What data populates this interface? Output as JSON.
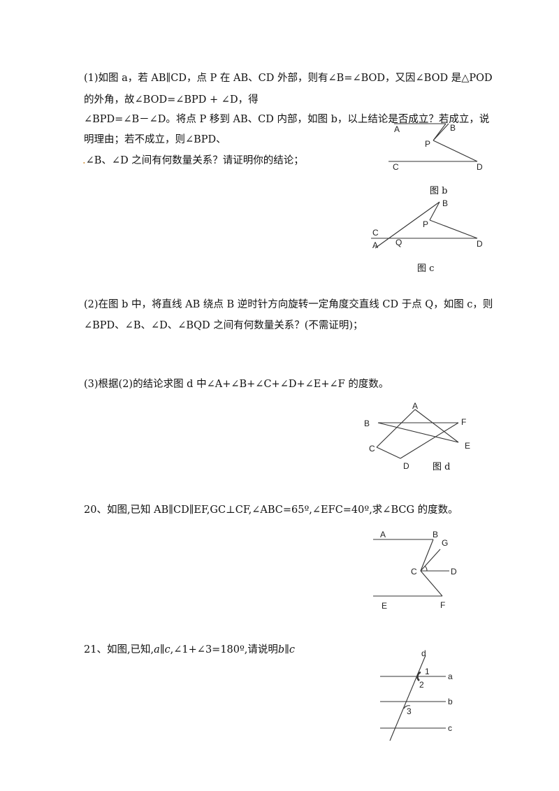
{
  "q19": {
    "part1": {
      "line1": "(1)如图 a，若 AB∥CD，点 P 在 AB、CD 外部，则有∠B=∠BOD，又因∠BOD 是△POD",
      "line2": "的外角，故∠BOD=∠BPD + ∠D，得",
      "line3": "∠BPD=∠B－∠D。将点 P 移到 AB、CD 内部，如图 b，以上结论是否成立？若成立，说",
      "line4": "明理由；若不成立，则∠BPD、",
      "line5": "∠B、∠D 之间有何数量关系？请证明你的结论；"
    },
    "fig_b": {
      "caption": "图 b",
      "labels": [
        "A",
        "B",
        "P",
        "C",
        "D"
      ]
    },
    "fig_c": {
      "caption": "图 c",
      "labels": [
        "B",
        "P",
        "C",
        "Q",
        "D",
        "A"
      ]
    },
    "part2": {
      "line1": "(2)在图 b 中，将直线 AB 绕点 B 逆时针方向旋转一定角度交直线 CD 于点 Q，如图 c，则",
      "line2": "∠BPD、∠B、∠D、∠BQD 之间有何数量关系？(不需证明)；"
    },
    "part3": {
      "line1": "(3)根据(2)的结论求图 d 中∠A+∠B+∠C+∠D+∠E+∠F 的度数。"
    },
    "fig_d": {
      "caption": "图 d",
      "labels": [
        "A",
        "B",
        "F",
        "E",
        "C",
        "D"
      ]
    }
  },
  "q20": {
    "text": "20、如图,已知 AB∥CD∥EF,GC⊥CF,∠ABC=65º,∠EFC=40º,求∠BCG 的度数。",
    "labels": [
      "A",
      "B",
      "G",
      "C",
      "D",
      "E",
      "F"
    ]
  },
  "q21": {
    "text_prefix": "21、如图,已知,",
    "var_a": "a",
    "par1": "∥",
    "var_c": "c",
    "text_mid": ",∠1+∠3=180º,请说明",
    "var_b": "b",
    "par2": "∥",
    "var_c2": "c",
    "labels": [
      "d",
      "1",
      "a",
      "2",
      "b",
      "3",
      "c"
    ]
  }
}
